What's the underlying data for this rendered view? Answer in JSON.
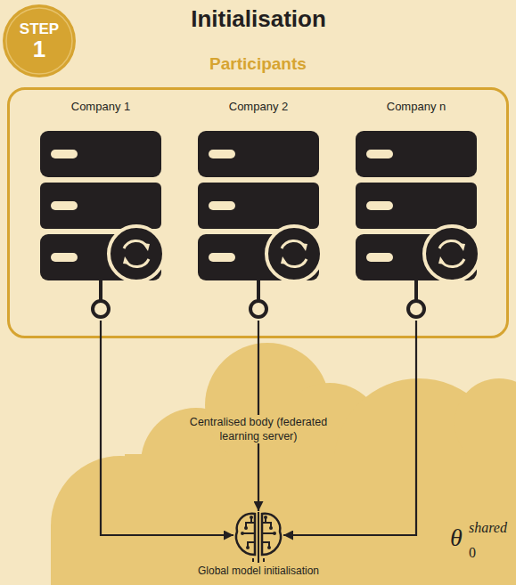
{
  "diagram": {
    "title": "Initialisation",
    "nodes": [
      {
        "text": [
          "STEP",
          "1"
        ]
      },
      {
        "text": [
          "Participants"
        ]
      },
      {
        "text": [
          "Company 1"
        ],
        "in": 1
      },
      {
        "text": [
          "Company 2"
        ],
        "in": 1
      },
      {
        "text": [
          "Company n"
        ],
        "in": 1
      },
      {
        "text": [
          "Centralised body (federated learning server)"
        ]
      },
      {
        "text": [
          "Global model initialisation"
        ],
        "in": 5
      }
    ],
    "edges": [
      {
        "from": 2,
        "to": 6,
        "arrow": "to"
      },
      {
        "from": 3,
        "to": 6,
        "arrow": "to"
      },
      {
        "from": 4,
        "to": 6,
        "arrow": "to"
      }
    ],
    "labels": [
      "θ",
      "shared",
      "0"
    ]
  }
}
